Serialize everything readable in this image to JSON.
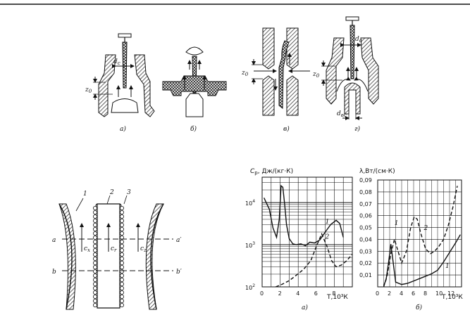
{
  "panels_top": {
    "a": {
      "caption": "а)",
      "d": "d",
      "d_sub": "c",
      "z": "z",
      "z_sub": "0"
    },
    "b": {
      "caption": "б)"
    },
    "v": {
      "caption": "в)",
      "z": "z",
      "z_sub": "0"
    },
    "g": {
      "caption": "г)",
      "d": "d",
      "d_sub": "c",
      "z": "z",
      "z_sub": "0",
      "dbc": "d",
      "dbc_sub": "вс"
    }
  },
  "arc_column": {
    "labels": [
      "1",
      "2",
      "3"
    ],
    "line_a": "a",
    "line_a2": "a′",
    "line_b": "b",
    "line_b2": "b′",
    "cx": "c",
    "cx_sub": "x",
    "cr": "c",
    "cr_sub": "r",
    "cz": "c",
    "cz_sub": "z"
  },
  "chart_data": [
    {
      "type": "line",
      "caption": "а)",
      "ylabel": "Cp, Дж/(кг·К)",
      "ylabel_main": "C",
      "ylabel_sub": "p",
      "ylabel_rest": ", Дж/(кг·К)",
      "xlabel": "T,10³К",
      "y_scale": "log",
      "ylim": [
        100,
        40000
      ],
      "xlim": [
        0,
        10
      ],
      "x_ticks": [
        "0",
        "2",
        "4",
        "6",
        "8"
      ],
      "y_ticks": [
        {
          "base": "10",
          "exp": "2",
          "value": 100
        },
        {
          "base": "10",
          "exp": "3",
          "value": 1000
        },
        {
          "base": "10",
          "exp": "4",
          "value": 10000
        }
      ],
      "series": [
        {
          "name": "1",
          "style": "solid",
          "x": [
            0.2,
            0.8,
            1.2,
            1.6,
            1.9,
            2.1,
            2.3,
            2.5,
            2.7,
            3.0,
            3.4,
            3.8,
            4.3,
            4.8,
            5.3,
            5.8,
            6.4,
            7.0,
            7.6,
            8.2,
            8.6,
            9.0
          ],
          "y": [
            13000,
            7000,
            2500,
            1500,
            4000,
            25000,
            23000,
            9000,
            3000,
            1400,
            1050,
            1000,
            1050,
            950,
            1150,
            1100,
            1300,
            2000,
            3000,
            3800,
            3200,
            1500
          ]
        },
        {
          "name": "2",
          "style": "dashed",
          "x": [
            1.5,
            2.2,
            3.0,
            3.8,
            4.6,
            5.4,
            6.0,
            6.6,
            7.2,
            7.7,
            8.2,
            8.8,
            9.4,
            10.0
          ],
          "y": [
            100,
            115,
            140,
            190,
            260,
            420,
            900,
            1800,
            900,
            420,
            300,
            330,
            420,
            600
          ]
        }
      ]
    },
    {
      "type": "line",
      "caption": "б)",
      "ylabel": "λ,Вт/(см·К)",
      "xlabel": "T,10³К",
      "ylim": [
        0,
        0.09
      ],
      "xlim": [
        0,
        14
      ],
      "x_ticks": [
        "0",
        "2",
        "4",
        "6",
        "8",
        "10",
        "12"
      ],
      "y_ticks": [
        "0,01",
        "0,02",
        "0,03",
        "0,04",
        "0,05",
        "0,06",
        "0,07",
        "0,08",
        "0,09"
      ],
      "series": [
        {
          "name": "1",
          "style": "solid",
          "x": [
            1.0,
            1.4,
            1.8,
            2.2,
            2.6,
            3.0,
            4.0,
            5.0,
            6.0,
            7.0,
            8.0,
            9.0,
            10.0,
            11.0,
            12.0,
            13.0,
            13.8
          ],
          "y": [
            0.001,
            0.006,
            0.02,
            0.036,
            0.02,
            0.004,
            0.002,
            0.003,
            0.005,
            0.007,
            0.009,
            0.011,
            0.014,
            0.021,
            0.029,
            0.037,
            0.044
          ]
        },
        {
          "name": "2",
          "style": "dashed",
          "x": [
            1.0,
            1.6,
            2.2,
            2.8,
            3.4,
            4.0,
            4.8,
            5.5,
            6.1,
            6.6,
            7.2,
            8.0,
            8.8,
            9.5,
            10.2,
            11.0,
            11.8,
            12.6,
            13.3
          ],
          "y": [
            0.0,
            0.01,
            0.028,
            0.04,
            0.03,
            0.02,
            0.03,
            0.05,
            0.059,
            0.057,
            0.045,
            0.032,
            0.028,
            0.03,
            0.034,
            0.04,
            0.052,
            0.068,
            0.085
          ]
        }
      ]
    }
  ]
}
